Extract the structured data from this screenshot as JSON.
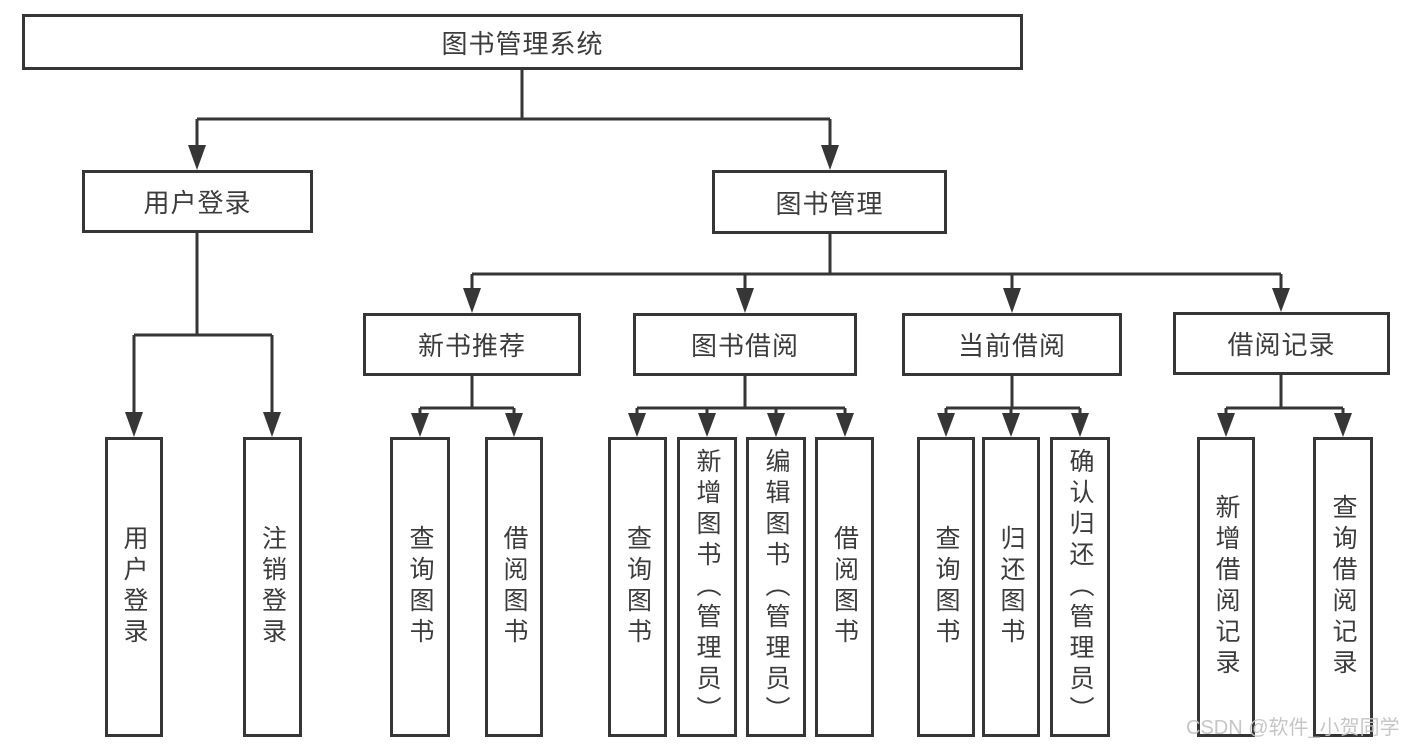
{
  "diagram_type": "hierarchy-tree",
  "tree": {
    "label": "图书管理系统",
    "children": [
      {
        "label": "用户登录",
        "children": [
          {
            "label": "用户登录"
          },
          {
            "label": "注销登录"
          }
        ]
      },
      {
        "label": "图书管理",
        "children": [
          {
            "label": "新书推荐",
            "children": [
              {
                "label": "查询图书"
              },
              {
                "label": "借阅图书"
              }
            ]
          },
          {
            "label": "图书借阅",
            "children": [
              {
                "label": "查询图书"
              },
              {
                "label": "新增图书（管理员）"
              },
              {
                "label": "编辑图书（管理员）"
              },
              {
                "label": "借阅图书"
              }
            ]
          },
          {
            "label": "当前借阅",
            "children": [
              {
                "label": "查询图书"
              },
              {
                "label": "归还图书"
              },
              {
                "label": "确认归还（管理员）"
              }
            ]
          },
          {
            "label": "借阅记录",
            "children": [
              {
                "label": "新增借阅记录"
              },
              {
                "label": "查询借阅记录"
              }
            ]
          }
        ]
      }
    ]
  },
  "watermark": {
    "text": "CSDN @软件_小贺同学"
  },
  "colors": {
    "line": "#363636",
    "box_border": "#363636",
    "text": "#3c3c3c",
    "background": "#ffffff",
    "watermark": "#c4c4c4"
  }
}
